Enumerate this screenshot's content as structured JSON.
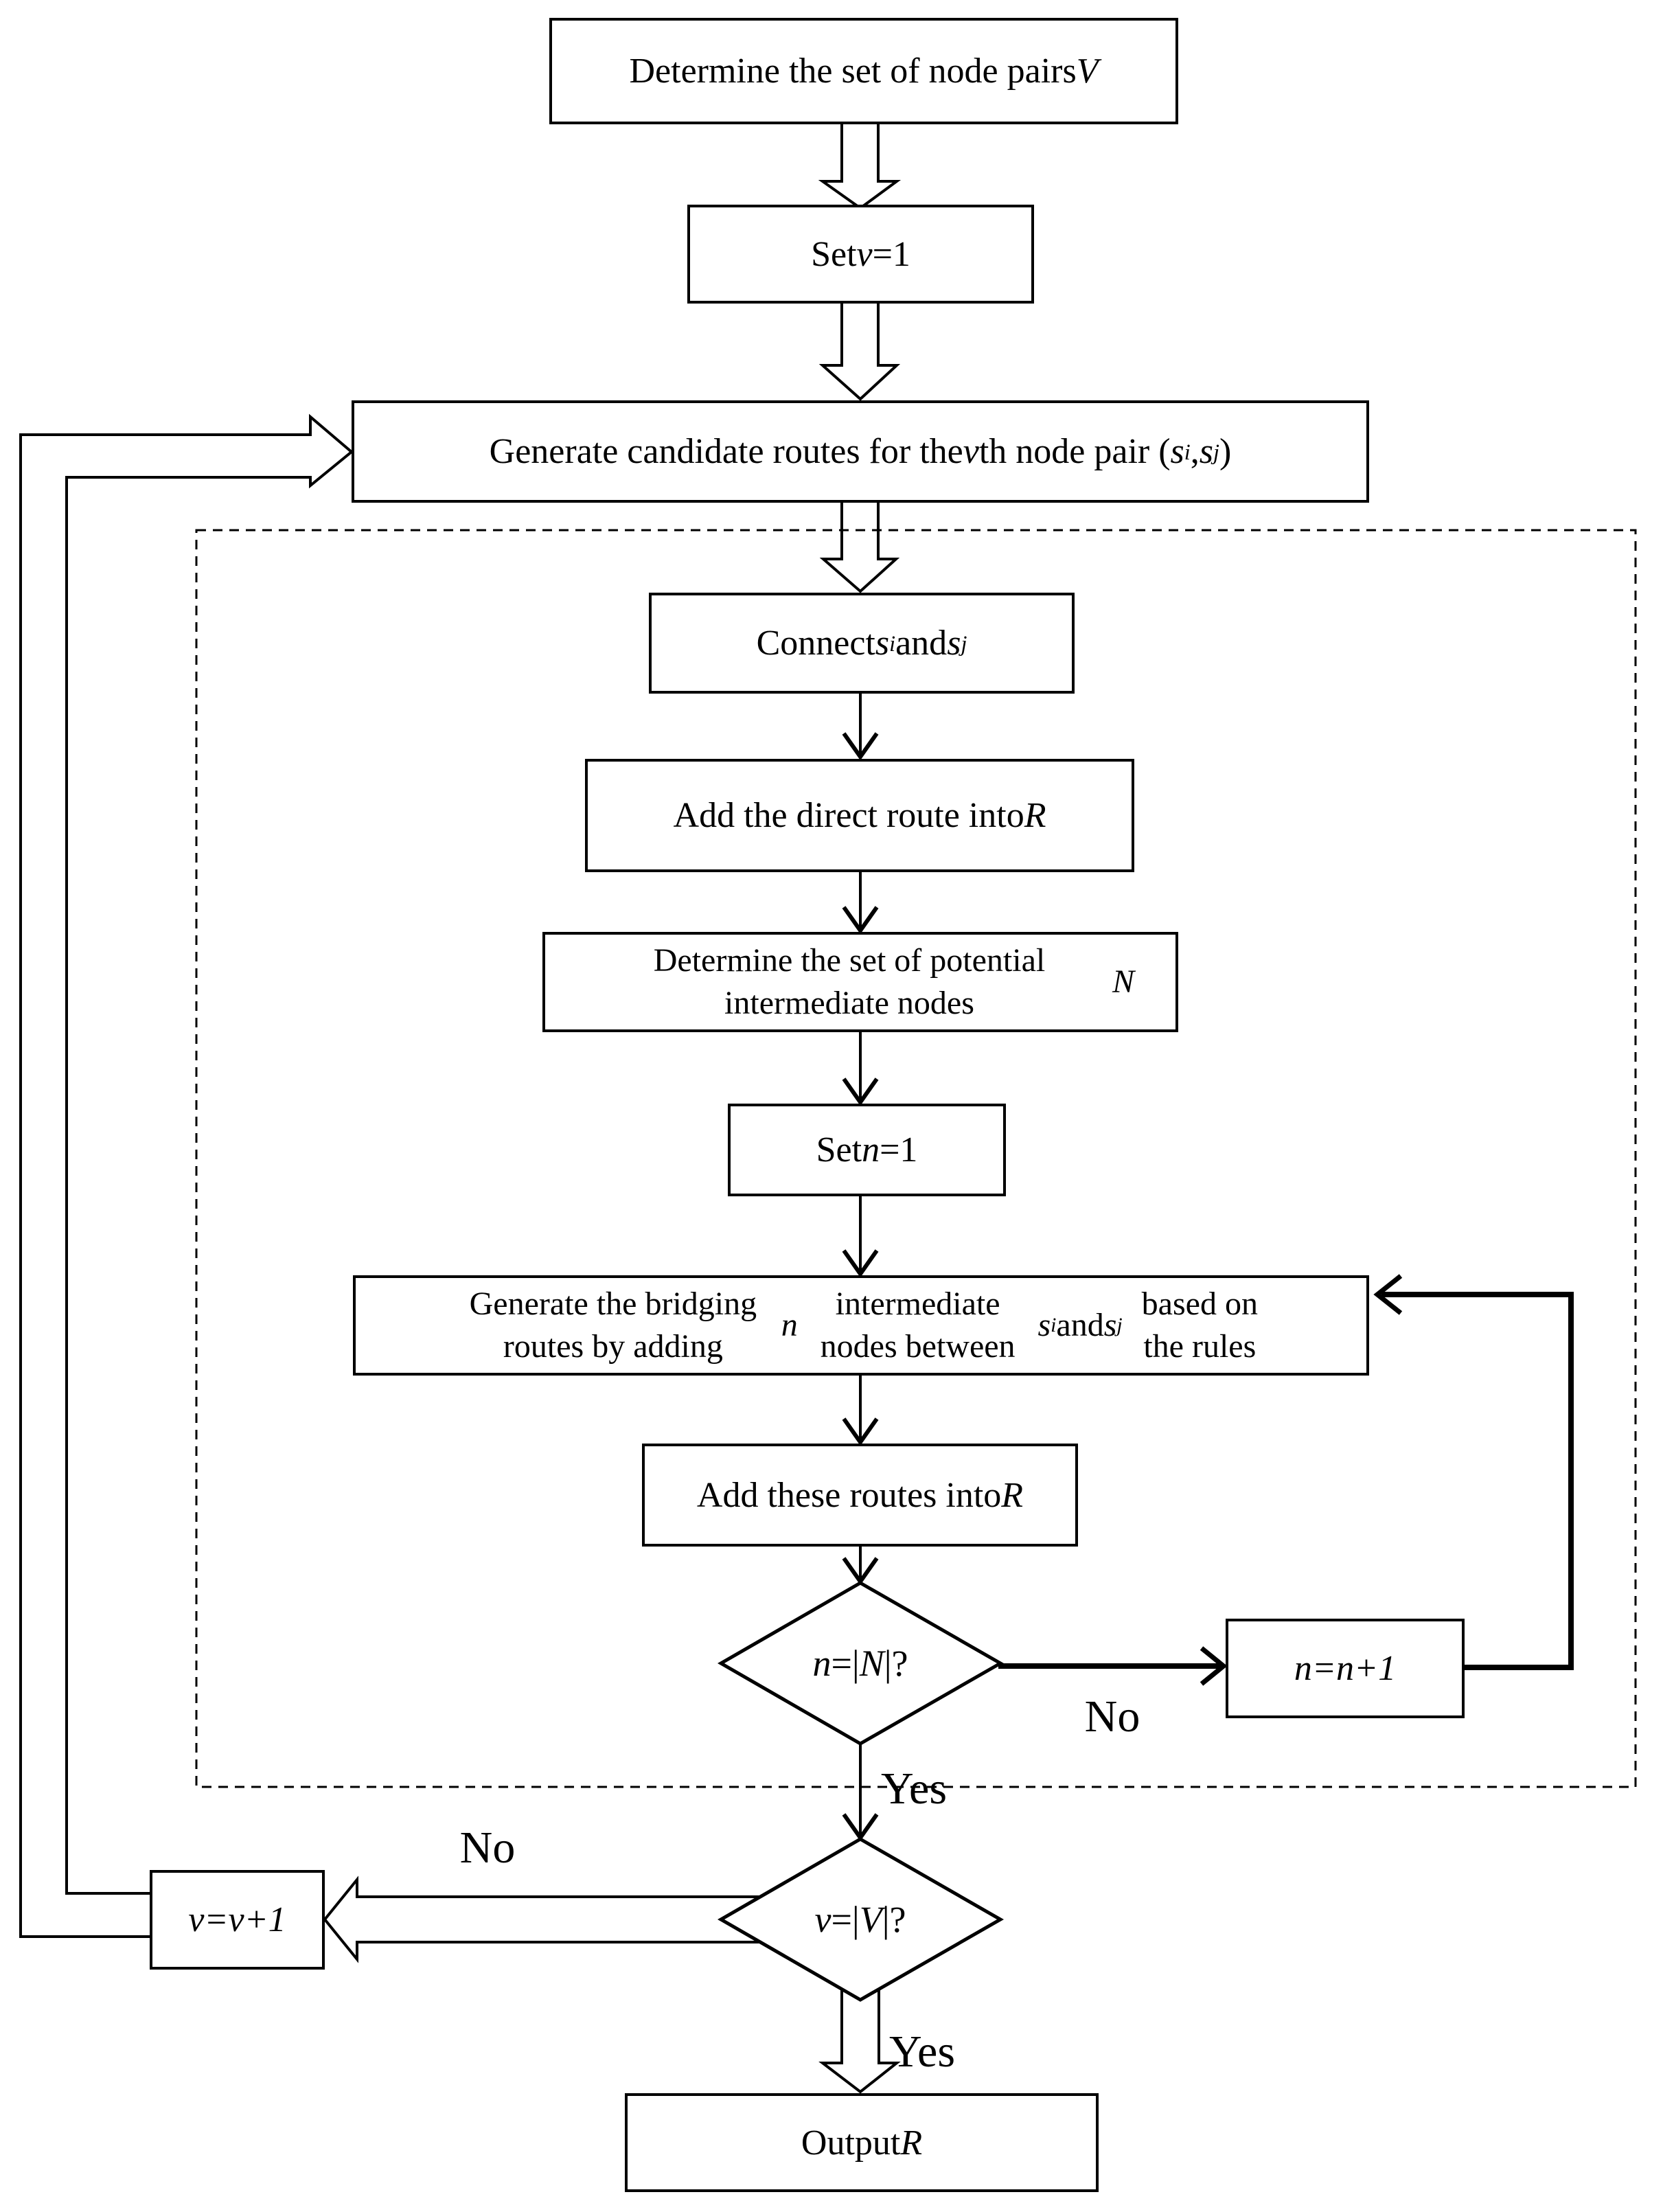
{
  "diagram": {
    "background": "#ffffff",
    "line_color": "#000000",
    "nodes": {
      "determine_pairs": "Determine the set of node pairs *V*",
      "set_v": "Set *v* =1",
      "generate_candidate": "Generate candidate routes for the *v* th node pair (*s*_{i},*s*_{j})",
      "connect": "Connect *s*_{i} and *s*_{j}",
      "add_direct": "Add the direct route into *R*",
      "determine_intermediate": "Determine the set of potential intermediate nodes *N*",
      "set_n": "Set *n* =1",
      "generate_bridging": "Generate the bridging routes by adding *n* intermediate nodes between *s*_{i} and *s*_{j} based on the rules",
      "add_routes": "Add these routes into *R*",
      "n_check": "*n*=|*N*|?",
      "n_increment": "n=n+1",
      "v_check": "*v*=|*V*|?",
      "v_increment": "v=v+1",
      "output": "Output *R*"
    },
    "labels": {
      "n_no": "No",
      "n_yes": "Yes",
      "v_no": "No",
      "v_yes": "Yes"
    }
  }
}
